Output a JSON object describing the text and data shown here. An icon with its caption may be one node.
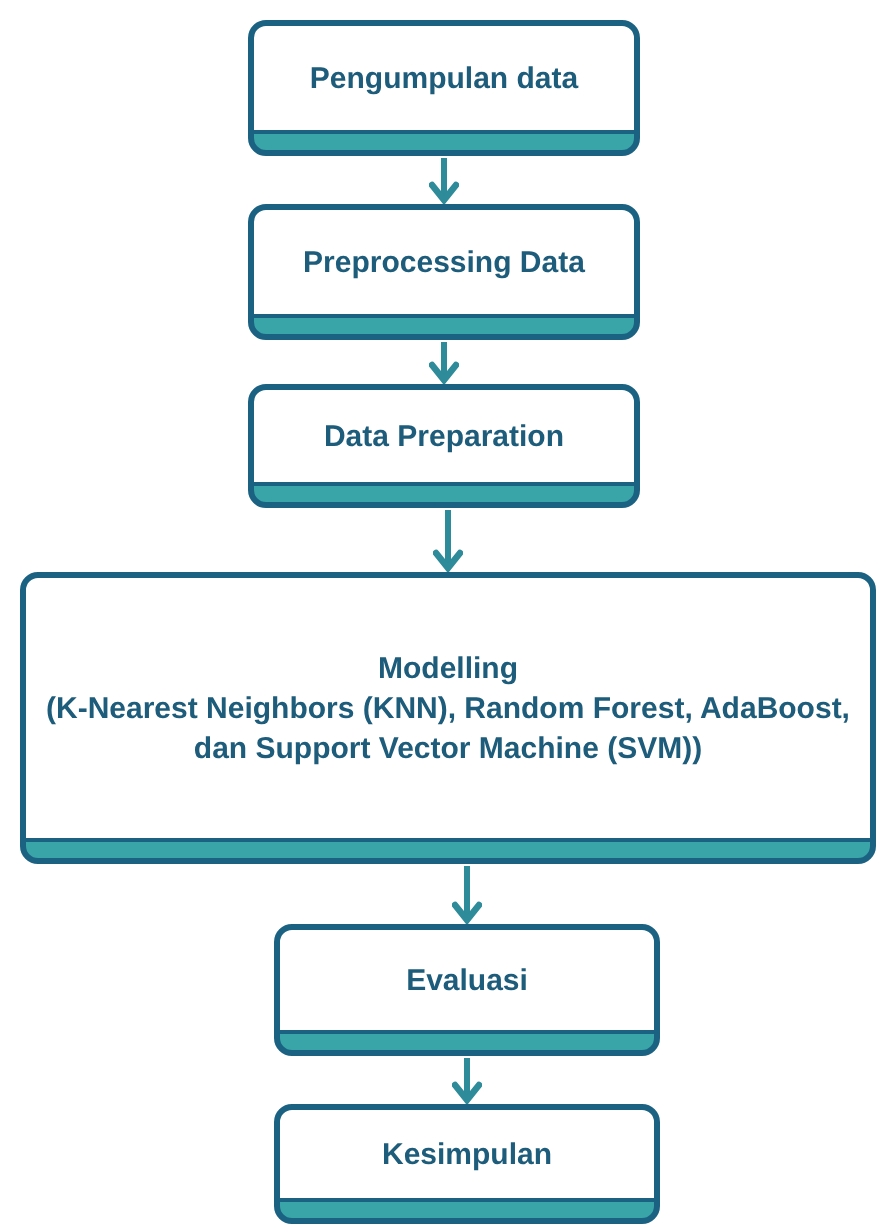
{
  "diagram": {
    "nodes": [
      {
        "text": [
          "Pengumpulan data"
        ]
      },
      {
        "text": [
          "Preprocessing Data"
        ]
      },
      {
        "text": [
          "Data Preparation"
        ]
      },
      {
        "text": [
          "Modelling",
          "(K-Nearest Neighbors (KNN), Random Forest, AdaBoost, dan Support Vector Machine (SVM))"
        ]
      },
      {
        "text": [
          "Evaluasi"
        ]
      },
      {
        "text": [
          "Kesimpulan"
        ]
      }
    ],
    "edges": [
      {
        "from": 0,
        "to": 1,
        "arrow": "to"
      },
      {
        "from": 1,
        "to": 2,
        "arrow": "to"
      },
      {
        "from": 2,
        "to": 3,
        "arrow": "to"
      },
      {
        "from": 3,
        "to": 4,
        "arrow": "to"
      },
      {
        "from": 4,
        "to": 5,
        "arrow": "to"
      }
    ]
  }
}
